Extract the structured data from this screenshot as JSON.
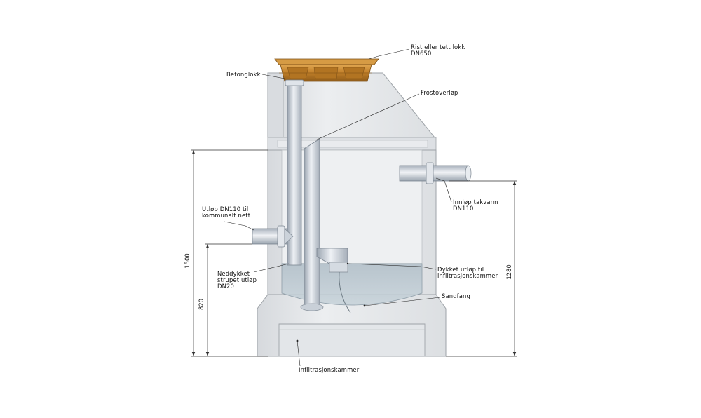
{
  "labels": {
    "rist_line1": "Rist eller tett lokk",
    "rist_line2": "DN650",
    "betonglokk": "Betonglokk",
    "frostoverlop": "Frostoverløp",
    "innlop_line1": "Innløp takvann",
    "innlop_line2": "DN110",
    "utlop_line1": "Utløp DN110 til",
    "utlop_line2": "kommunalt nett",
    "neddykket_line1": "Neddykket",
    "neddykket_line2": "strupet utløp",
    "neddykket_line3": "DN20",
    "dykket_line1": "Dykket utløp til",
    "dykket_line2": "infiltrasjonskammer",
    "sandfang": "Sandfang",
    "infiltrasjonskammer": "Infiltrasjonskammer"
  },
  "dimensions": {
    "d1500": "1500",
    "d820": "820",
    "d1280": "1280"
  },
  "colors": {
    "concrete": "#e4e6e9",
    "concrete_edge": "#9ea3a8",
    "water": "#b8c6cf",
    "lid": "#c88a32",
    "pipe": "#cfd6df"
  }
}
